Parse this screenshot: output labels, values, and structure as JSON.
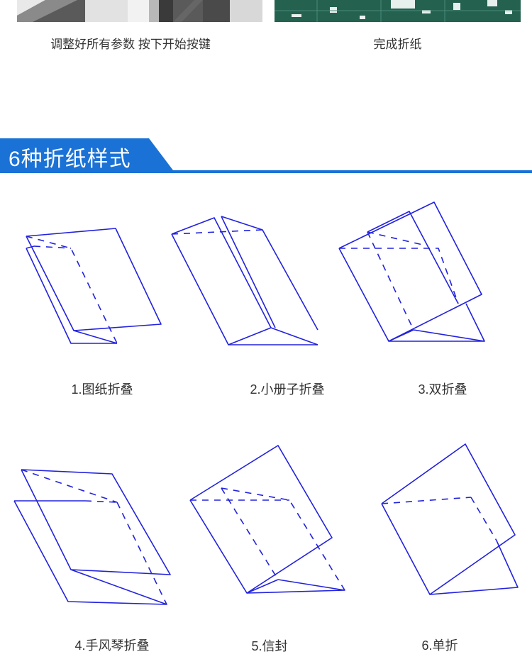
{
  "steps": [
    {
      "caption": "调整好所有参数 按下开始按键",
      "photo": "machine-photo"
    },
    {
      "caption": "完成折纸",
      "photo": "folded-paper-photo"
    }
  ],
  "section": {
    "title": "6种折纸样式",
    "accent_color": "#1a72d6"
  },
  "fold_styles": [
    {
      "label": "1.图纸折叠"
    },
    {
      "label": "2.小册子折叠"
    },
    {
      "label": "3.双折叠"
    },
    {
      "label": "4.手风琴折叠"
    },
    {
      "label": "5.信封"
    },
    {
      "label": "6.单折"
    }
  ],
  "colors": {
    "line": "#2222dd",
    "text": "#333333"
  }
}
